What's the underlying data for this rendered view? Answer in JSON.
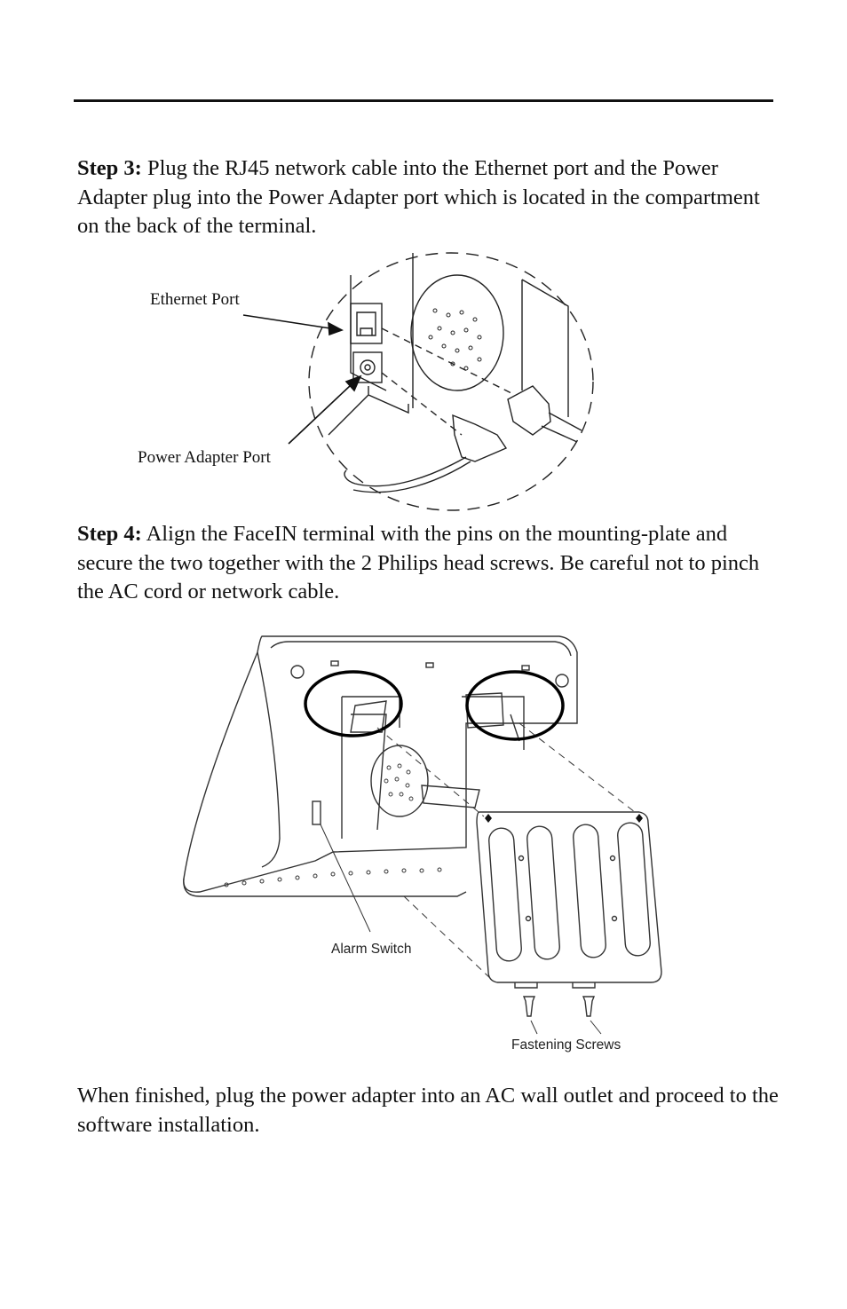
{
  "steps": {
    "step3": {
      "label": "Step 3:",
      "text": " Plug the RJ45 network cable into the Ethernet port and the Power Adapter plug into the Power Adapter port which is located in the compartment on the back of the terminal."
    },
    "step4": {
      "label": "Step 4:",
      "text": " Align the FaceIN terminal with the pins on the mounting-plate and secure the two together with the 2 Philips head screws. Be careful not to pinch the AC cord or network cable."
    }
  },
  "figure1": {
    "ethernet_label": "Ethernet Port",
    "power_label": "Power Adapter Port"
  },
  "figure2": {
    "alarm_label": "Alarm Switch",
    "screws_label": "Fastening Screws"
  },
  "closing": "When finished, plug the power adapter into an AC wall outlet and proceed to the software installation."
}
